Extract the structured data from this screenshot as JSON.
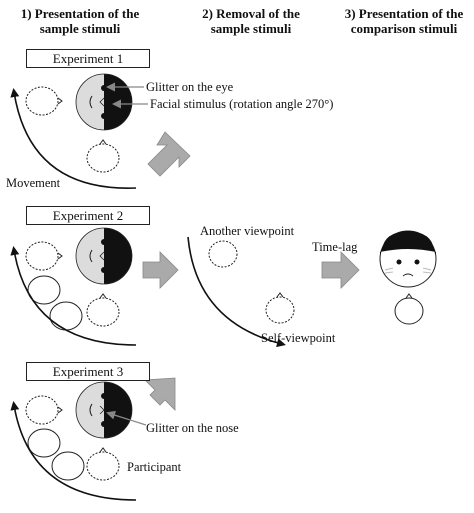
{
  "headers": {
    "col1": [
      "1) Presentation of the",
      "sample stimuli"
    ],
    "col2": [
      "2) Removal of the",
      "sample stimuli"
    ],
    "col3": [
      "3) Presentation of the",
      "comparison stimuli"
    ]
  },
  "experiments": {
    "exp1": "Experiment 1",
    "exp2": "Experiment 2",
    "exp3": "Experiment 3"
  },
  "labels": {
    "glitter_eye": "Glitter on the eye",
    "facial_stimulus": "Facial stimulus (rotation angle 270°)",
    "movement": "Movement",
    "another_viewpoint": "Another viewpoint",
    "self_viewpoint": "Self-viewpoint",
    "time_lag": "Time-lag",
    "glitter_nose": "Glitter on the nose",
    "participant": "Participant"
  },
  "colors": {
    "face_gray": "#dcdcdc",
    "hair_black": "#111111",
    "arrow_gray": "#9a9a9a"
  }
}
